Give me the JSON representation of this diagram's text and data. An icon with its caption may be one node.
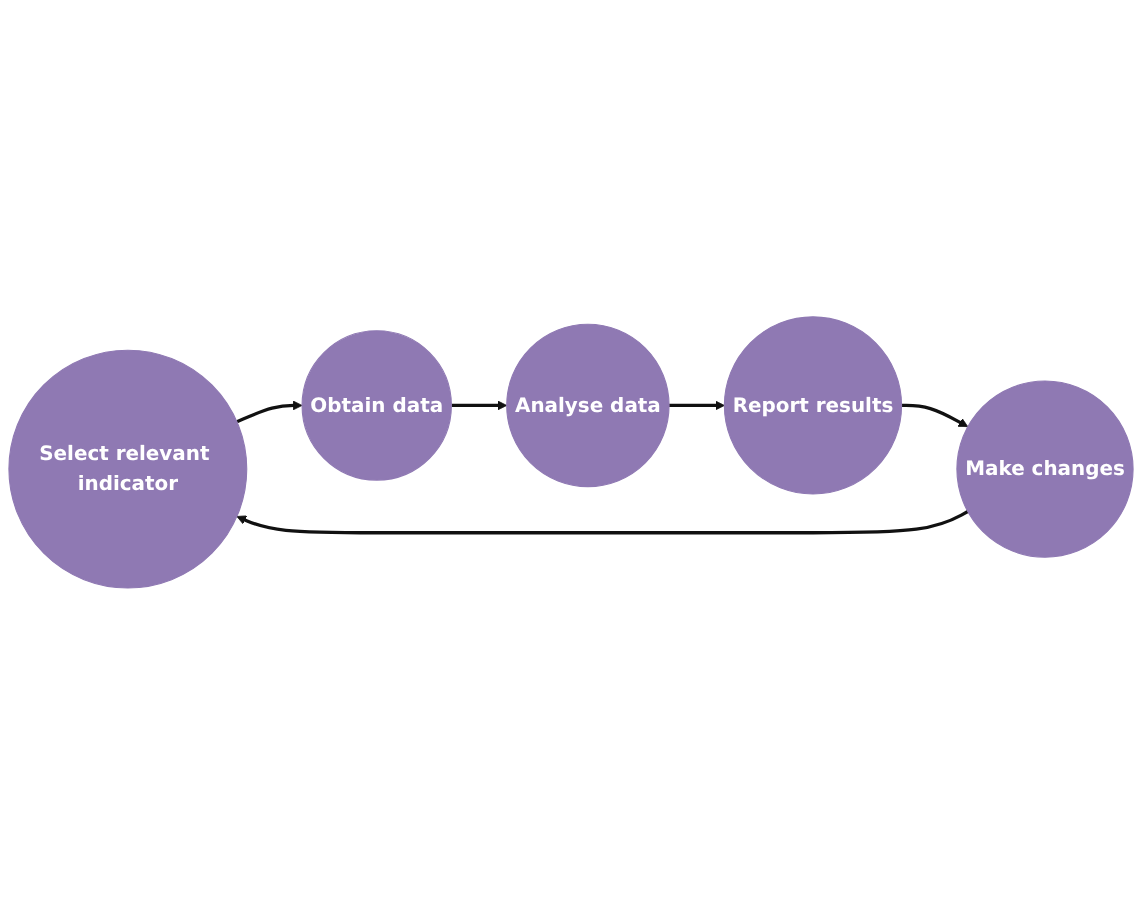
{
  "diagram": {
    "nodes": [
      {
        "text": [
          "Select relevant indicator"
        ]
      },
      {
        "text": [
          "Obtain data"
        ]
      },
      {
        "text": [
          "Analyse data"
        ]
      },
      {
        "text": [
          "Report results"
        ]
      },
      {
        "text": [
          "Make changes"
        ]
      }
    ],
    "edges": [
      {
        "from": 0,
        "to": 1,
        "arrow": "to"
      },
      {
        "from": 1,
        "to": 2,
        "arrow": "to"
      },
      {
        "from": 2,
        "to": 3,
        "arrow": "to"
      },
      {
        "from": 3,
        "to": 4,
        "arrow": "to"
      },
      {
        "from": 4,
        "to": 0,
        "arrow": "to"
      }
    ]
  }
}
